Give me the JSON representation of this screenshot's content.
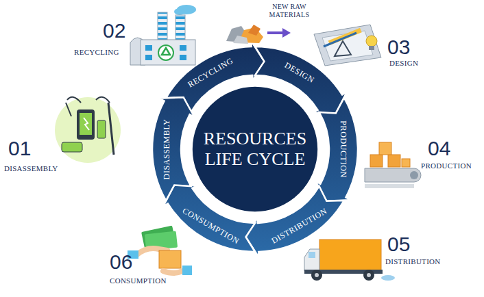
{
  "diagram": {
    "nodes": [
      {
        "text": [
          "RESOURCES LIFE CYCLE"
        ]
      }
    ],
    "labels": [
      "02",
      "RECYCLING",
      "NEW RAW MATERIALS",
      "03",
      "DESIGN",
      "01",
      "DISASSEMBLY",
      "04",
      "PRODUCTION",
      "06",
      "CONSUMPTION",
      "05",
      "DISTRIBUTION",
      "RECYCLING",
      "DESIGN",
      "PRODUCTION",
      "DISTRIBUTION",
      "CONSUMPTION",
      "DISASSEMBLY"
    ]
  }
}
